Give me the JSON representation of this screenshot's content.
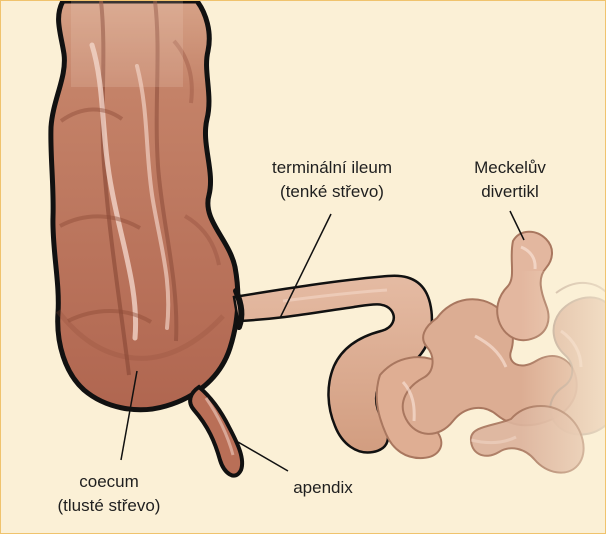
{
  "labels": {
    "terminal_ileum": {
      "line1": "terminální ileum",
      "line2": "(tenké střevo)"
    },
    "meckel": {
      "line1": "Meckelův",
      "line2": "divertikl"
    },
    "coecum": {
      "line1": "coecum",
      "line2": "(tlusté střevo)"
    },
    "apendix": {
      "line1": "apendix"
    }
  },
  "colors": {
    "background": "#fbf0d6",
    "border": "#f0c36d",
    "large_intestine": "#b96f57",
    "small_intestine": "#d8a487",
    "outline": "#111111"
  }
}
